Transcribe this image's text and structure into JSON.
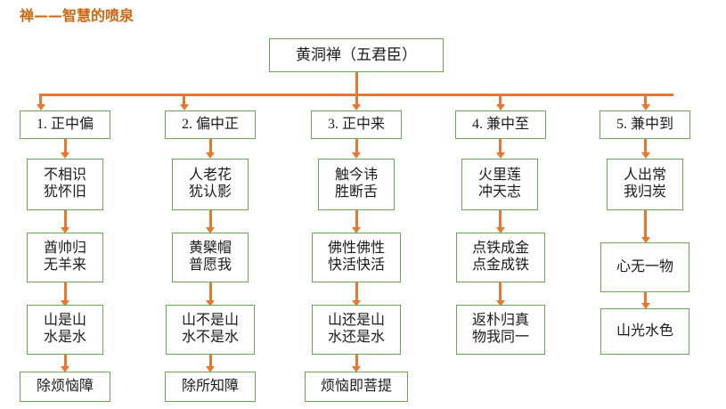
{
  "page": {
    "title": "禅——智慧的喷泉",
    "accent_green": "#6aa84f",
    "accent_orange": "#e8762c",
    "title_color": "#cc6611",
    "background": "#ffffff"
  },
  "root": {
    "label": "黄洞禅（五君臣）"
  },
  "columns": [
    {
      "header": "1. 正中偏",
      "items": [
        "不相识\n犹怀旧",
        "酋帅归\n无羊来",
        "山是山\n水是水",
        "除烦恼障"
      ]
    },
    {
      "header": "2. 偏中正",
      "items": [
        "人老花\n犹认影",
        "黄檗帽\n普愿我",
        "山不是山\n水不是水",
        "除所知障"
      ]
    },
    {
      "header": "3. 正中来",
      "items": [
        "触今讳\n胜断舌",
        "佛性佛性\n快活快活",
        "山还是山\n水还是水",
        "烦恼即菩提"
      ]
    },
    {
      "header": "4. 兼中至",
      "items": [
        "火里莲\n冲天志",
        "点铁成金\n点金成铁",
        "返朴归真\n物我同一"
      ]
    },
    {
      "header": "5. 兼中到",
      "items": [
        "人出常\n我归炭",
        "心无一物",
        "山光水色"
      ]
    }
  ]
}
